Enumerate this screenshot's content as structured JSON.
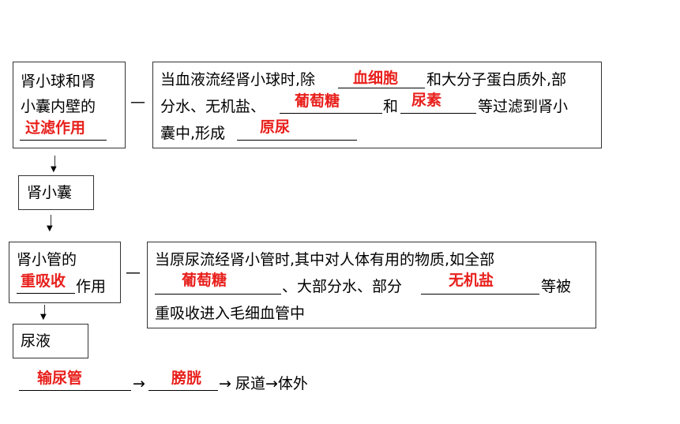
{
  "rows": {
    "r1": {
      "left_line1": "肾小球和肾",
      "left_line2": "小囊内壁的",
      "left_answer": "过滤作用",
      "right_l1_pre": "当血液流经肾小球时,除",
      "right_l1_ans": "血细胞",
      "right_l1_post": "和大分子蛋白质外,部",
      "right_l2_pre": "分水、无机盐、",
      "right_l2_ans1": "葡萄糖",
      "right_l2_mid": "和",
      "right_l2_ans2": "尿素",
      "right_l2_post": "等过滤到肾小",
      "right_l3_pre": "囊中,形成",
      "right_l3_ans": "原尿"
    },
    "r2": {
      "label": "肾小囊"
    },
    "r3": {
      "left_line1": "肾小管的",
      "left_answer": "重吸收",
      "left_suffix": "作用",
      "right_l1": "当原尿流经肾小管时,其中对人体有用的物质,如全部",
      "right_l2_ans1": "葡萄糖",
      "right_l2_mid": "、大部分水、部分",
      "right_l2_ans2": "无机盐",
      "right_l2_post": "等被",
      "right_l3": "重吸收进入毛细血管中"
    },
    "r4": {
      "label": "尿液"
    },
    "bottom": {
      "ans1": "输尿管",
      "ans2": "膀胱",
      "arrow": "→",
      "tail": "尿道→体外"
    },
    "connector": "—",
    "down_arrow": "↓"
  },
  "colors": {
    "answer": "#e8201c"
  }
}
